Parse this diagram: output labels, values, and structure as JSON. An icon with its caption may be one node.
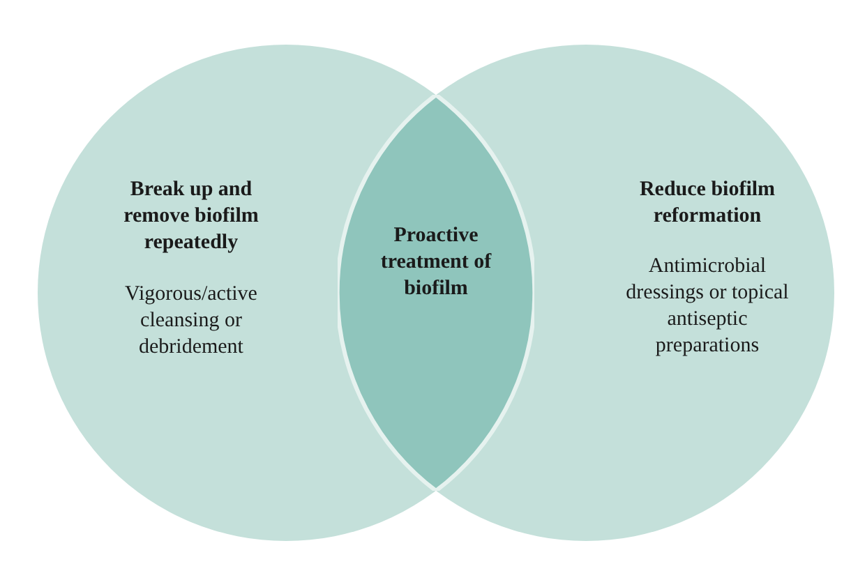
{
  "diagram": {
    "nodes": [
      {
        "text": [
          "Break up and remove biofilm repeatedly",
          "Vigorous/active cleansing or debridement"
        ]
      },
      {
        "text": [
          "Reduce biofilm reformation",
          "Antimicrobial dressings or topical antiseptic preparations"
        ]
      },
      {
        "text": [
          "Proactive treatment of biofilm"
        ]
      }
    ]
  }
}
